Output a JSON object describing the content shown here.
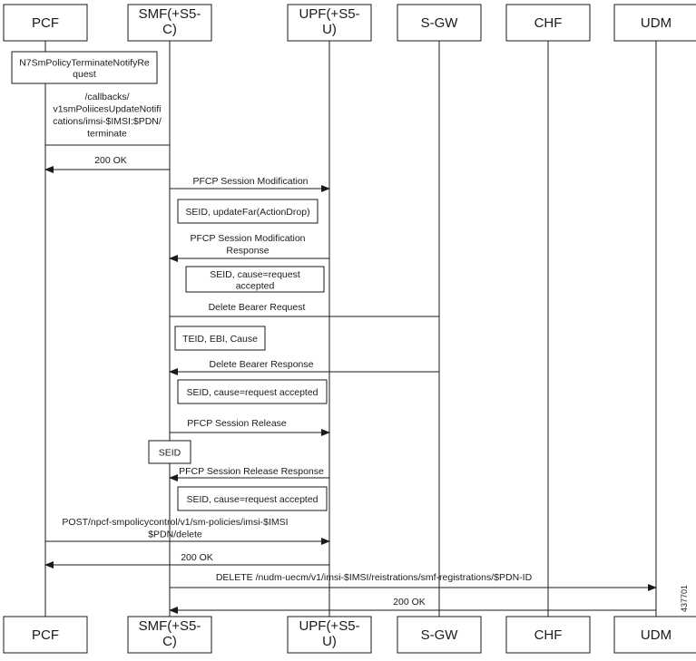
{
  "actors": [
    {
      "id": "pcf",
      "label": [
        "PCF"
      ]
    },
    {
      "id": "smf",
      "label": [
        "SMF(+S5-",
        "C)"
      ]
    },
    {
      "id": "upf",
      "label": [
        "UPF(+S5-",
        "U)"
      ]
    },
    {
      "id": "sgw",
      "label": [
        "S-GW"
      ]
    },
    {
      "id": "chf",
      "label": [
        "CHF"
      ]
    },
    {
      "id": "udm",
      "label": [
        "UDM"
      ]
    }
  ],
  "messages": [
    {
      "from": "smf",
      "to": "pcf",
      "arrow": "none",
      "label": [
        "/callbacks/",
        "v1smPoliicesUpdateNotifi",
        "cations/imsi-$IMSI:$PDN/",
        "terminate"
      ]
    },
    {
      "from": "smf",
      "to": "pcf",
      "arrow": "end",
      "label": [
        "200 OK"
      ]
    },
    {
      "from": "smf",
      "to": "upf",
      "arrow": "end",
      "label": [
        "PFCP Session Modification"
      ]
    },
    {
      "from": "upf",
      "to": "smf",
      "arrow": "end",
      "label": [
        "PFCP Session Modification",
        "Response"
      ]
    },
    {
      "from": "sgw",
      "to": "smf",
      "arrow": "none",
      "label": [
        "Delete Bearer Request"
      ]
    },
    {
      "from": "sgw",
      "to": "smf",
      "arrow": "end",
      "label": [
        "Delete Bearer Response"
      ]
    },
    {
      "from": "smf",
      "to": "upf",
      "arrow": "end",
      "label": [
        "PFCP Session Release"
      ]
    },
    {
      "from": "upf",
      "to": "smf",
      "arrow": "end",
      "label": [
        "PFCP Session Release Response"
      ]
    },
    {
      "from": "pcf",
      "to": "upf",
      "arrow": "end",
      "label": [
        "POST/npcf-smpolicycontrol/v1/sm-policies/imsi-$IMSI",
        "$PDN/delete"
      ]
    },
    {
      "from": "upf",
      "to": "pcf",
      "arrow": "end",
      "label": [
        "200 OK"
      ]
    },
    {
      "from": "smf",
      "to": "udm",
      "arrow": "end",
      "label": [
        "DELETE /nudm-uecm/v1/imsi-$IMSI/reistrations/smf-registrations/$PDN-ID"
      ]
    },
    {
      "from": "udm",
      "to": "smf",
      "arrow": "end",
      "label": [
        "200 OK"
      ]
    }
  ],
  "notes": [
    {
      "lines": [
        "N7SmPolicyTerminateNotifyRe",
        "quest"
      ]
    },
    {
      "lines": [
        "SEID, updateFar(ActionDrop)"
      ]
    },
    {
      "lines": [
        "SEID, cause=request",
        "accepted"
      ]
    },
    {
      "lines": [
        "TEID, EBI, Cause"
      ]
    },
    {
      "lines": [
        "SEID, cause=request accepted"
      ]
    },
    {
      "lines": [
        "SEID"
      ]
    },
    {
      "lines": [
        "SEID, cause=request accepted"
      ]
    }
  ],
  "figure_id": "437701",
  "colors": {
    "line": "#1a1a1a",
    "background": "#ffffff"
  }
}
